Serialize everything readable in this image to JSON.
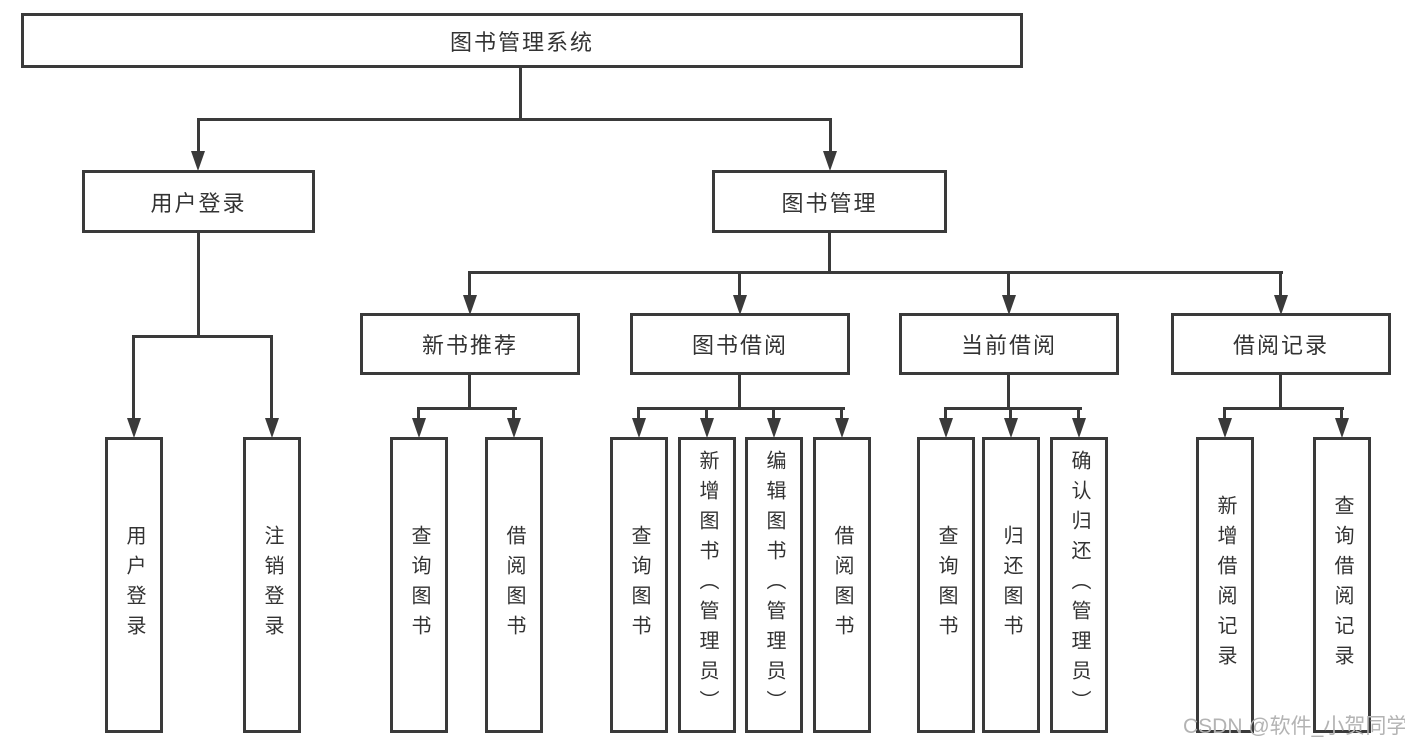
{
  "title": {
    "label": "图书管理系统"
  },
  "nodes": {
    "user_login": "用户登录",
    "book_mgmt": "图书管理",
    "new_book": "新书推荐",
    "book_borrow": "图书借阅",
    "current_borrow": "当前借阅",
    "borrow_record": "借阅记录"
  },
  "leaves": {
    "user_login": [
      "用户登录",
      "注销登录"
    ],
    "new_book": [
      "查询图书",
      "借阅图书"
    ],
    "book_borrow": [
      "查询图书",
      "新增图书（管理员）",
      "编辑图书（管理员）",
      "借阅图书"
    ],
    "current_borrow": [
      "查询图书",
      "归还图书",
      "确认归还（管理员）"
    ],
    "borrow_record": [
      "新增借阅记录",
      "查询借阅记录"
    ]
  },
  "watermark": "CSDN @软件_小贺同学",
  "colors": {
    "line": "#3a3a3a",
    "text": "#333333",
    "watermark": "#b3b3b3",
    "background": "#ffffff"
  }
}
